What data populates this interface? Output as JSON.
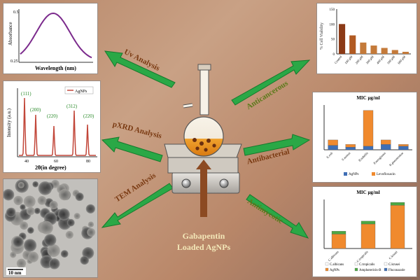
{
  "uv": {
    "ylabel": "Absorbance",
    "xlabel": "Wavelength (nm)",
    "tick_y_top": "0.5",
    "tick_y_bottom": "0.25",
    "color": "#7b2a8c"
  },
  "pxrd": {
    "ylabel": "Intensity (a.u.)",
    "xlabel": "2θ(in degree)",
    "legend": "AgNPs",
    "peaks": [
      "(111)",
      "(200)",
      "(220)",
      "(312)",
      "(220)"
    ],
    "xticks": [
      "40",
      "60",
      "80"
    ],
    "color": "#c2473a"
  },
  "tem": {
    "scale": "10 nm"
  },
  "arrows": {
    "uv": "Uv Analysis",
    "pxrd": "pXRD Analysis",
    "tem": "TEM Analysis",
    "anticancer": "Anticancerous",
    "antibacterial": "Antibacterial",
    "antimycotic": "Antimycotic"
  },
  "center": {
    "line1": "Gabapentin",
    "line2": "Loaded AgNPs"
  },
  "colors": {
    "arrow": "#2aa846",
    "accent": "#5a2d10"
  },
  "chart_data": [
    {
      "type": "bar",
      "title": "",
      "ylabel": "% Cell Viability",
      "categories": [
        "Control",
        "100 μM",
        "200 μM",
        "300 μM",
        "400 μM",
        "500 μM",
        "600 μM"
      ],
      "values": [
        100,
        62,
        38,
        28,
        20,
        13,
        7
      ],
      "ylim": [
        0,
        150
      ],
      "yticks": [
        "0",
        "50",
        "100",
        "150"
      ],
      "color": "#8b3a16"
    },
    {
      "type": "bar",
      "title": "MIC μg/ml",
      "categories": [
        "E.coli",
        "S.aureus",
        "B.subtilis",
        "P.aeruginosa",
        "K.pneumoniae"
      ],
      "series": [
        {
          "name": "AgNPs",
          "values": [
            5,
            3,
            4,
            6,
            4
          ],
          "color": "#3f6fb5"
        },
        {
          "name": "Levofloxacin",
          "values": [
            6,
            3,
            40,
            5,
            2
          ],
          "color": "#f08a2e"
        }
      ]
    },
    {
      "type": "bar",
      "title": "MIC μg/ml",
      "categories": [
        "C.albicans",
        "C.tropicalis",
        "C.krusei"
      ],
      "series": [
        {
          "name": "AgNPs",
          "values": [
            10,
            17,
            30
          ],
          "color": "#f08a2e"
        },
        {
          "name": "Amphotericin-B",
          "values": [
            2,
            2,
            2
          ],
          "color": "#4ca844"
        }
      ],
      "legend": [
        "C.albicans",
        "C.tropicalis",
        "C.krusei",
        "AgNPs",
        "Amphotericin-B",
        "Fluconazole"
      ]
    }
  ]
}
